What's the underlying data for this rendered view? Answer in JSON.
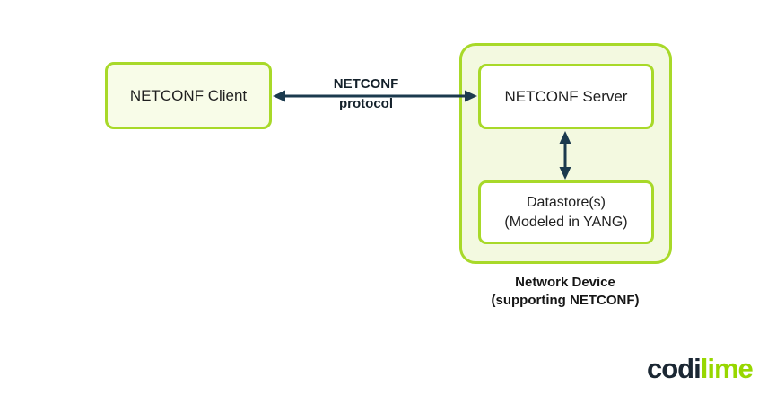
{
  "diagram": {
    "client_box": {
      "label": "NETCONF Client"
    },
    "protocol_label": {
      "line1": "NETCONF",
      "line2": "protocol"
    },
    "device_group": {
      "server_box": {
        "label": "NETCONF Server"
      },
      "datastore_box": {
        "line1": "Datastore(s)",
        "line2": "(Modeled in YANG)"
      },
      "caption": {
        "line1": "Network Device",
        "line2": "(supporting NETCONF)"
      }
    }
  },
  "logo": {
    "part1": "codi",
    "part2": "lime"
  },
  "colors": {
    "box_border": "#a8d929",
    "box_fill_light": "#f8fce8",
    "container_fill": "#f3f9e0",
    "arrow": "#1b3a4e",
    "text": "#1f1f1f",
    "label_text": "#14212b",
    "logo_dark": "#1b2733",
    "logo_green": "#97d700"
  }
}
